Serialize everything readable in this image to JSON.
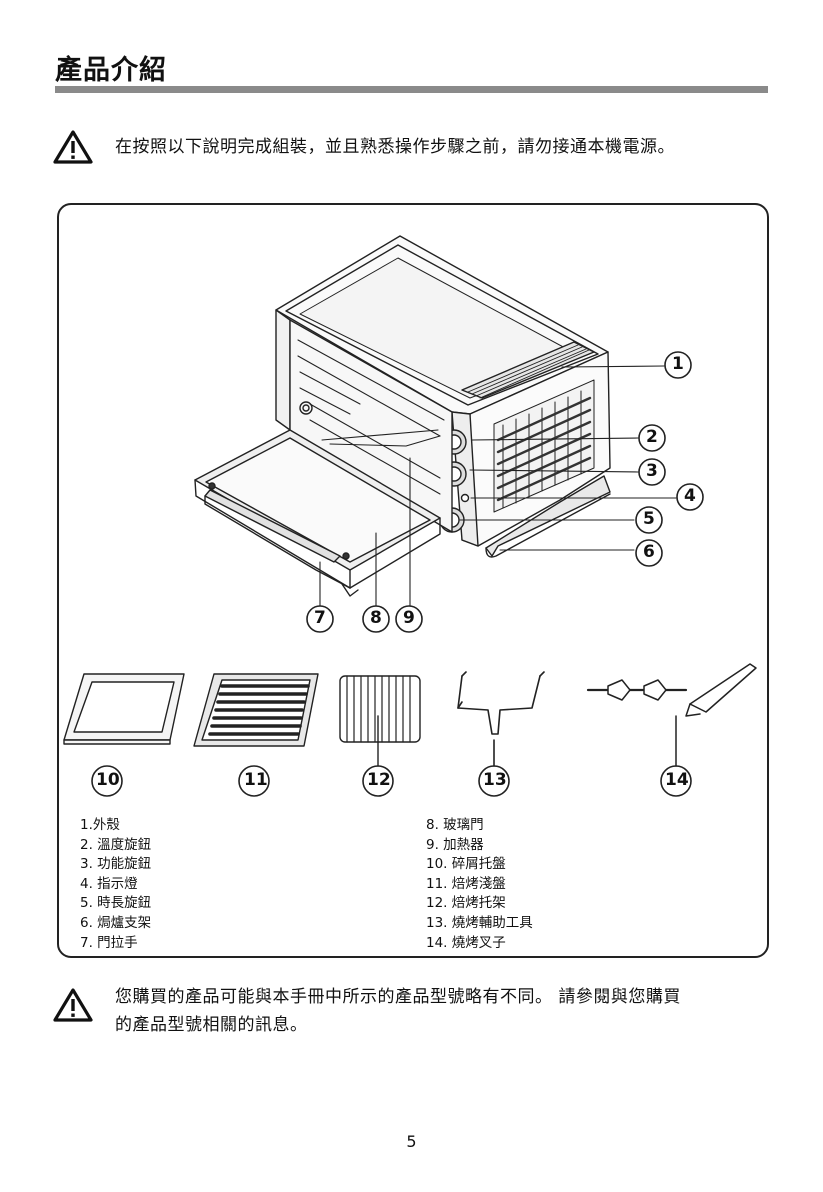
{
  "header": {
    "title": "產品介紹"
  },
  "top_warning": {
    "icon": "warning-triangle-icon",
    "text": "在按照以下說明完成組裝，並且熟悉操作步驟之前，請勿接通本機電源。"
  },
  "figure": {
    "callouts": [
      "1",
      "2",
      "3",
      "4",
      "5",
      "6",
      "7",
      "8",
      "9"
    ],
    "accessory_callouts": [
      "10",
      "11",
      "12",
      "13",
      "14"
    ]
  },
  "parts": {
    "left": [
      "1.外殼",
      "2. 溫度旋鈕",
      "3. 功能旋鈕",
      "4. 指示燈",
      "5. 時長旋鈕",
      "6. 焗爐支架",
      "7. 門拉手"
    ],
    "right": [
      "8. 玻璃門",
      "9. 加熱器",
      "10. 碎屑托盤",
      "11. 焙烤淺盤",
      "12. 焙烤托架",
      "13. 燒烤輔助工具",
      "14. 燒烤叉子"
    ]
  },
  "bottom_warning": {
    "icon": "warning-triangle-icon",
    "line1": "您購買的產品可能與本手冊中所示的產品型號略有不同。 請參閱與您購買",
    "line2": "的產品型號相關的訊息。"
  },
  "footer": {
    "page_number": "5"
  }
}
